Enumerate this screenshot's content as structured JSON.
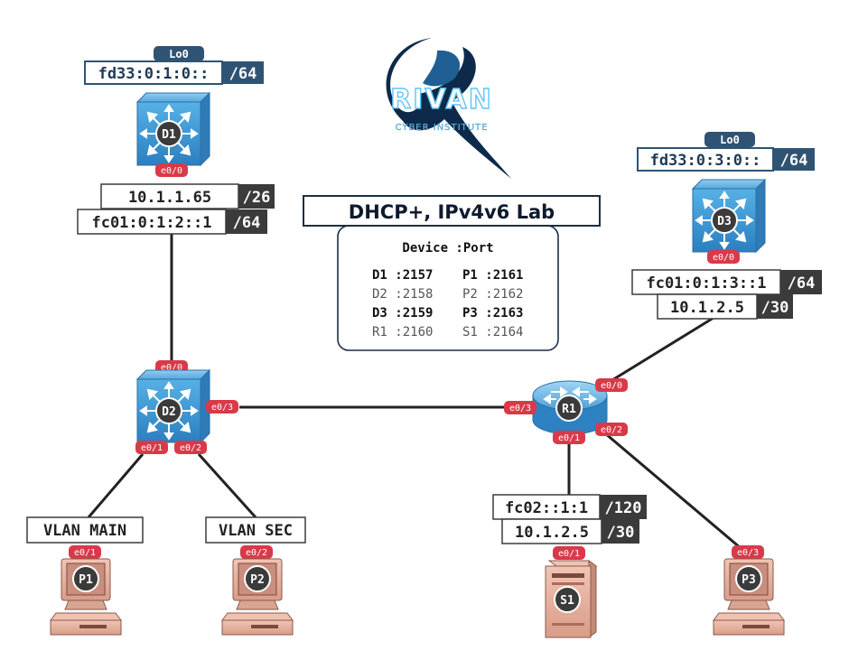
{
  "title": "DHCP+, IPv4v6 Lab",
  "logo": {
    "name": "RIVAN",
    "tagline": "CYBER INSTITUTE"
  },
  "table": {
    "header": "Device :Port",
    "rows": [
      [
        "D1 :2157",
        "P1 :2161"
      ],
      [
        "D2 :2158",
        "P2 :2162"
      ],
      [
        "D3 :2159",
        "P3 :2163"
      ],
      [
        "R1 :2160",
        "S1 :2164"
      ]
    ]
  },
  "devices": {
    "D1": "D1",
    "D2": "D2",
    "D3": "D3",
    "R1": "R1",
    "P1": "P1",
    "P2": "P2",
    "P3": "P3",
    "S1": "S1"
  },
  "loopbacks": {
    "d1": {
      "label": "Lo0",
      "addr": "fd33:0:1:0::",
      "prefix": "/64"
    },
    "d3": {
      "label": "Lo0",
      "addr": "fd33:0:3:0::",
      "prefix": "/64"
    }
  },
  "addresses": {
    "d1_ipv4": {
      "addr": "10.1.1.65",
      "prefix": "/26"
    },
    "d1_ipv6": {
      "addr": "fc01:0:1:2::1",
      "prefix": "/64"
    },
    "d3_ipv6": {
      "addr": "fc01:0:1:3::1",
      "prefix": "/64"
    },
    "d3_ipv4": {
      "addr": "10.1.2.5",
      "prefix": "/30"
    },
    "s1_ipv6": {
      "addr": "fc02::1:1",
      "prefix": "/120"
    },
    "s1_ipv4": {
      "addr": "10.1.2.5",
      "prefix": "/30"
    }
  },
  "vlans": {
    "main": "VLAN MAIN",
    "sec": "VLAN SEC"
  },
  "ports": {
    "d1_e00": "e0/0",
    "d2_e00": "e0/0",
    "d2_e03": "e0/3",
    "d2_e01": "e0/1",
    "d2_e02": "e0/2",
    "d3_e00": "e0/0",
    "r1_e03": "e0/3",
    "r1_e00": "e0/0",
    "r1_e01": "e0/1",
    "r1_e02": "e0/2",
    "p1_e01": "e0/1",
    "p2_e02": "e0/2",
    "s1_e01": "e0/1",
    "p3_e03": "e0/3"
  },
  "colors": {
    "switch": "#3a8fc9",
    "loopback_tag": "#2f5373",
    "port_tag": "#d83a4a",
    "prefix_box": "#3b3b3b",
    "pc": "#e8b3a3",
    "link": "#222222"
  }
}
